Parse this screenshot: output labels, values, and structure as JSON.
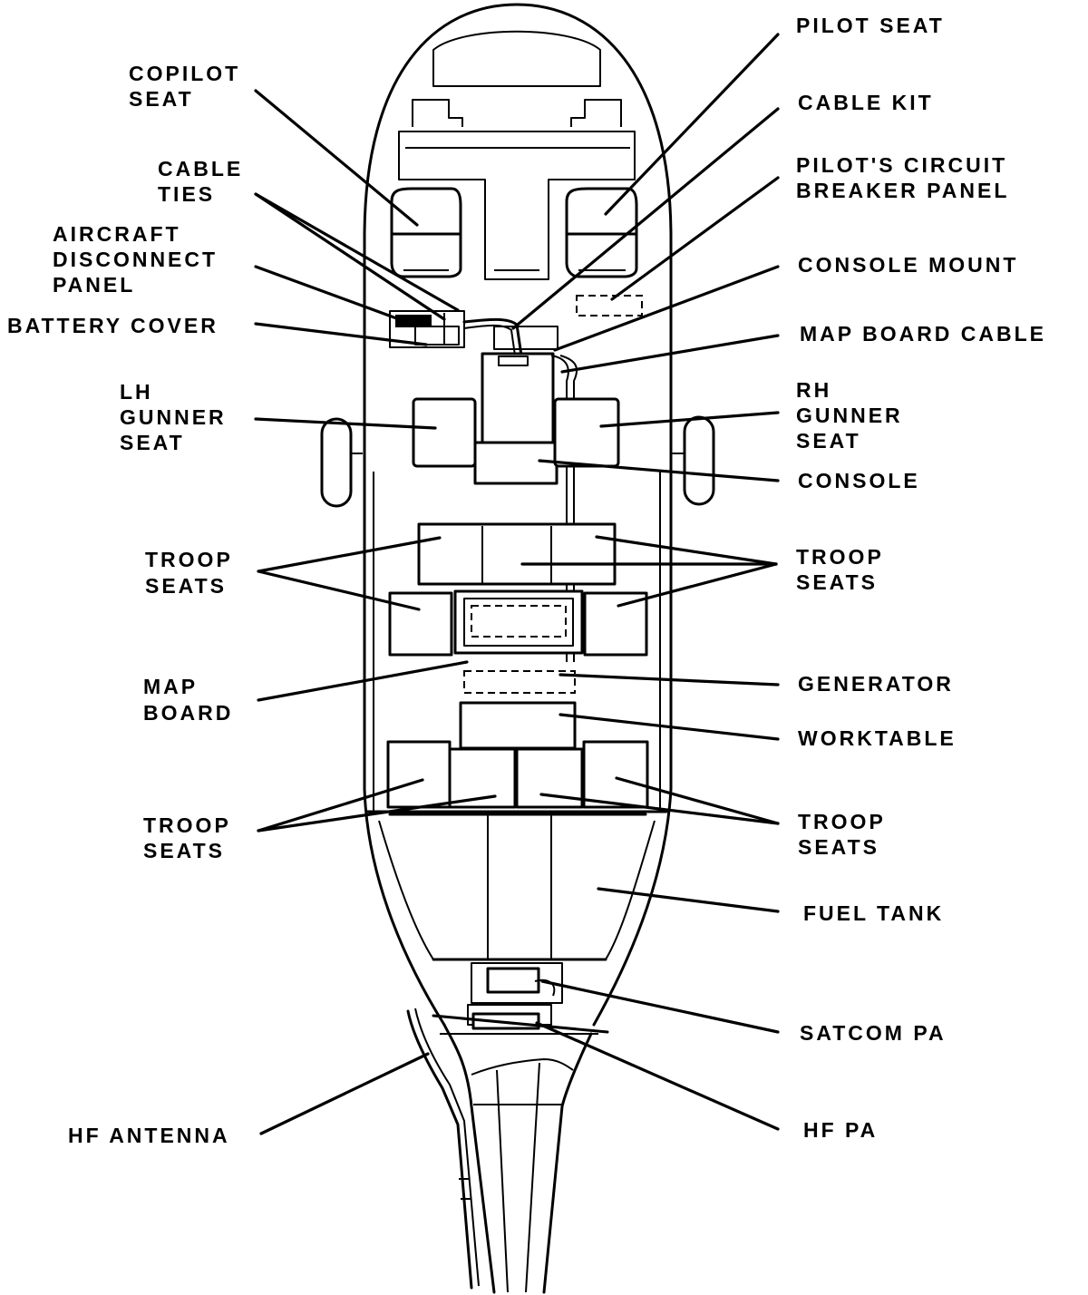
{
  "labels": {
    "copilot_seat": [
      "COPILOT",
      "SEAT"
    ],
    "cable_ties": [
      "CABLE",
      "TIES"
    ],
    "aircraft_disconnect_panel": [
      "AIRCRAFT",
      "DISCONNECT",
      "PANEL"
    ],
    "battery_cover": [
      "BATTERY COVER"
    ],
    "lh_gunner_seat": [
      "LH",
      "GUNNER",
      "SEAT"
    ],
    "troop_seats_left_upper": [
      "TROOP",
      "SEATS"
    ],
    "map_board": [
      "MAP",
      "BOARD"
    ],
    "troop_seats_left_lower": [
      "TROOP",
      "SEATS"
    ],
    "hf_antenna": [
      "HF ANTENNA"
    ],
    "pilot_seat": [
      "PILOT SEAT"
    ],
    "cable_kit": [
      "CABLE KIT"
    ],
    "pilots_circuit_breaker_panel": [
      "PILOT'S CIRCUIT",
      "BREAKER PANEL"
    ],
    "console_mount": [
      "CONSOLE MOUNT"
    ],
    "map_board_cable": [
      "MAP BOARD CABLE"
    ],
    "rh_gunner_seat": [
      "RH",
      "GUNNER",
      "SEAT"
    ],
    "console": [
      "CONSOLE"
    ],
    "troop_seats_right_upper": [
      "TROOP",
      "SEATS"
    ],
    "generator": [
      "GENERATOR"
    ],
    "worktable": [
      "WORKTABLE"
    ],
    "troop_seats_right_lower": [
      "TROOP",
      "SEATS"
    ],
    "fuel_tank": [
      "FUEL TANK"
    ],
    "satcom_pa": [
      "SATCOM PA"
    ],
    "hf_pa": [
      "HF PA"
    ]
  }
}
